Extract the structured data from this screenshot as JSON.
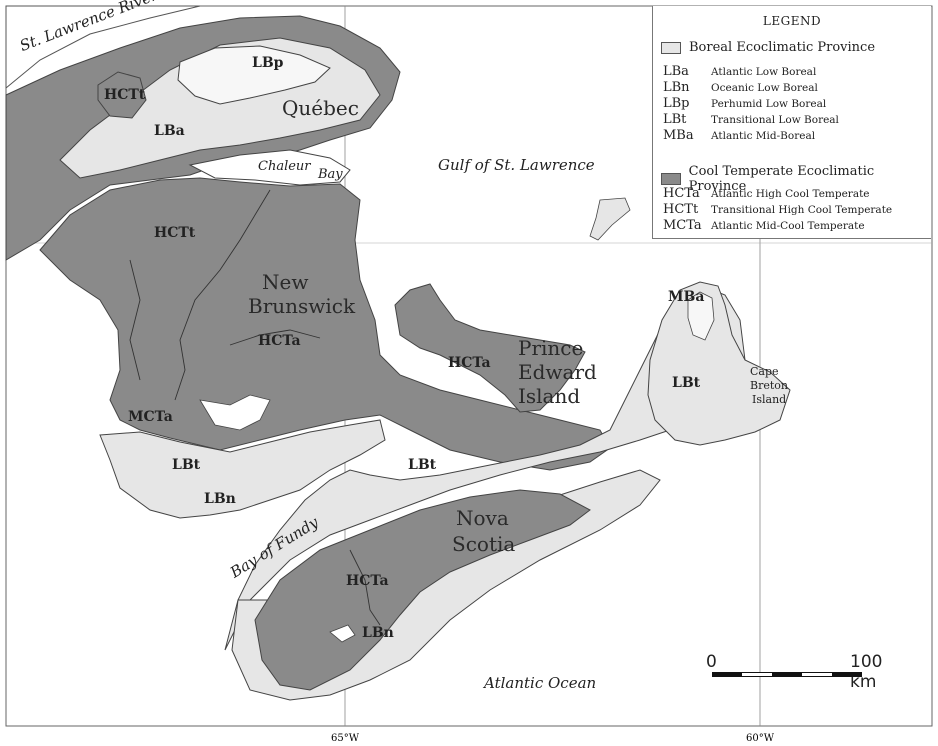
{
  "legend": {
    "title": "LEGEND",
    "boreal": {
      "label": "Boreal Ecoclimatic Province",
      "color": "#e6e6e6",
      "entries": [
        {
          "code": "LBa",
          "desc": "Atlantic Low Boreal"
        },
        {
          "code": "LBn",
          "desc": "Oceanic Low Boreal"
        },
        {
          "code": "LBp",
          "desc": "Perhumid Low Boreal"
        },
        {
          "code": "LBt",
          "desc": "Transitional Low Boreal"
        },
        {
          "code": "MBa",
          "desc": "Atlantic Mid-Boreal"
        }
      ]
    },
    "cool": {
      "label": "Cool Temperate Ecoclimatic Province",
      "color": "#8a8a8a",
      "entries": [
        {
          "code": "HCTa",
          "desc": "Atlantic High Cool Temperate"
        },
        {
          "code": "HCTt",
          "desc": "Transitional High Cool Temperate"
        },
        {
          "code": "MCTa",
          "desc": "Atlantic Mid-Cool Temperate"
        }
      ]
    }
  },
  "places": {
    "quebec": "Québec",
    "new_brunswick_1": "New",
    "new_brunswick_2": "Brunswick",
    "pei_1": "Prince",
    "pei_2": "Edward",
    "pei_3": "Island",
    "nova_scotia_1": "Nova",
    "nova_scotia_2": "Scotia",
    "cape_breton_1": "Cape",
    "cape_breton_2": "Breton",
    "cape_breton_3": "Island"
  },
  "water": {
    "st_lawrence_river": "St. Lawrence River",
    "gulf": "Gulf of St. Lawrence",
    "chaleur": "Chaleur",
    "bay": "Bay",
    "fundy": "Bay of Fundy",
    "atlantic": "Atlantic Ocean"
  },
  "zones": {
    "lbp": "LBp",
    "hctt_q": "HCTt",
    "lba": "LBa",
    "hctt": "HCTt",
    "hcta_nb": "HCTa",
    "mcta": "MCTa",
    "lbt_nb": "LBt",
    "lbn_nb": "LBn",
    "hcta_pei": "HCTa",
    "lbt_ns": "LBt",
    "hcta_ns": "HCTa",
    "lbn_ns": "LBn",
    "mba": "MBa",
    "lbt_cb": "LBt"
  },
  "graticule": {
    "w65": "65°W",
    "w60": "60°W"
  },
  "scale": {
    "start": "0",
    "end": "100 km"
  }
}
